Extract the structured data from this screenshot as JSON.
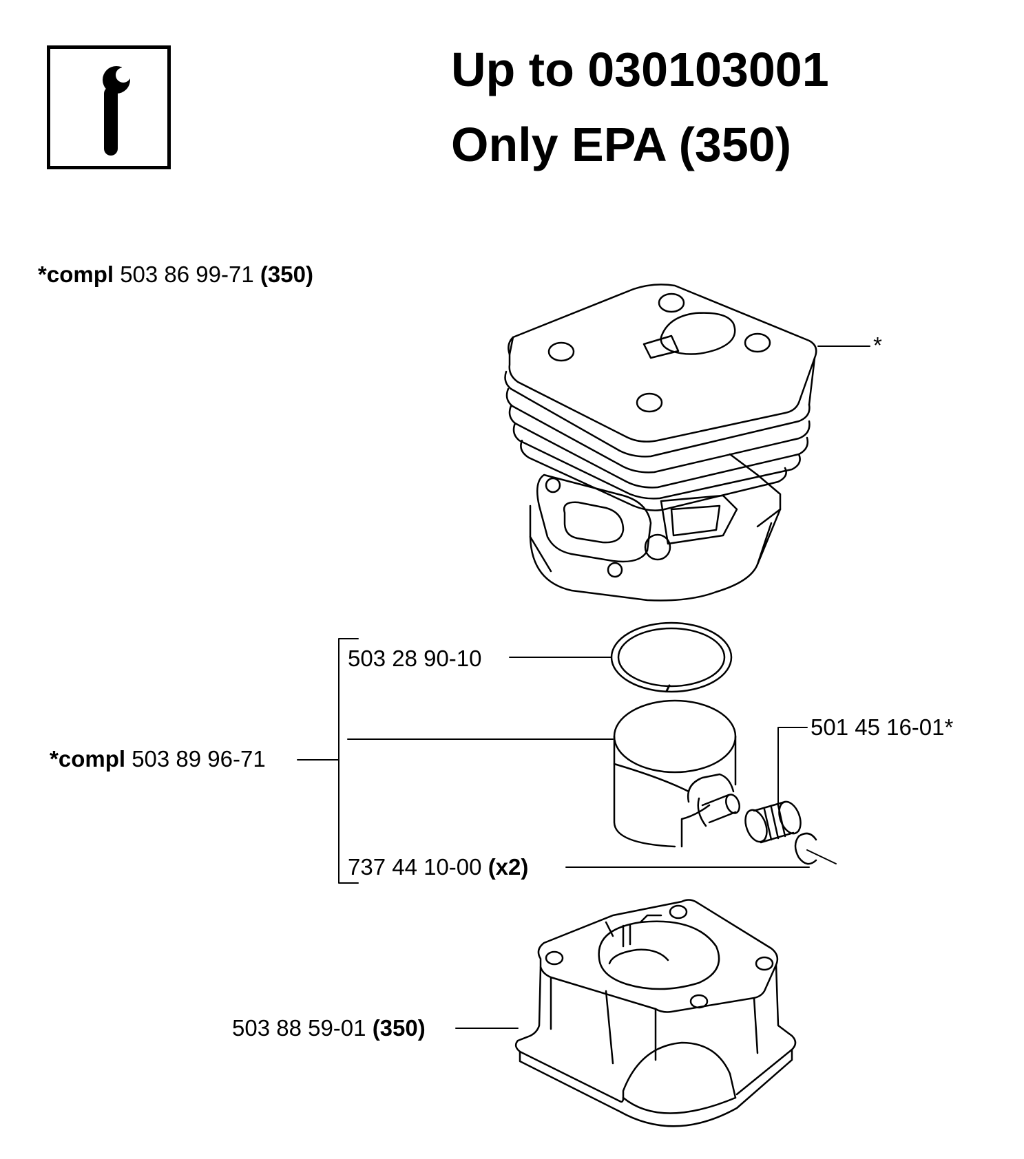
{
  "header": {
    "icon": "wrench-service-icon",
    "title_line1": "Up to 030103001",
    "title_line2": "Only EPA (350)"
  },
  "parts": {
    "cylinder_assembly": {
      "prefix": "*compl",
      "number": "503 86 99-71",
      "suffix": "(350)"
    },
    "cylinder_callout": "*",
    "piston_ring": "503 28 90-10",
    "piston_assembly": {
      "prefix": "*compl",
      "number": "503 89 96-71"
    },
    "needle_bearing": "501 45 16-01*",
    "circlip": {
      "number": "737 44 10-00",
      "suffix": "(x2)"
    },
    "crankcase": {
      "number": "503 88 59-01",
      "suffix": "(350)"
    }
  },
  "colors": {
    "line": "#000000",
    "background": "#ffffff"
  }
}
